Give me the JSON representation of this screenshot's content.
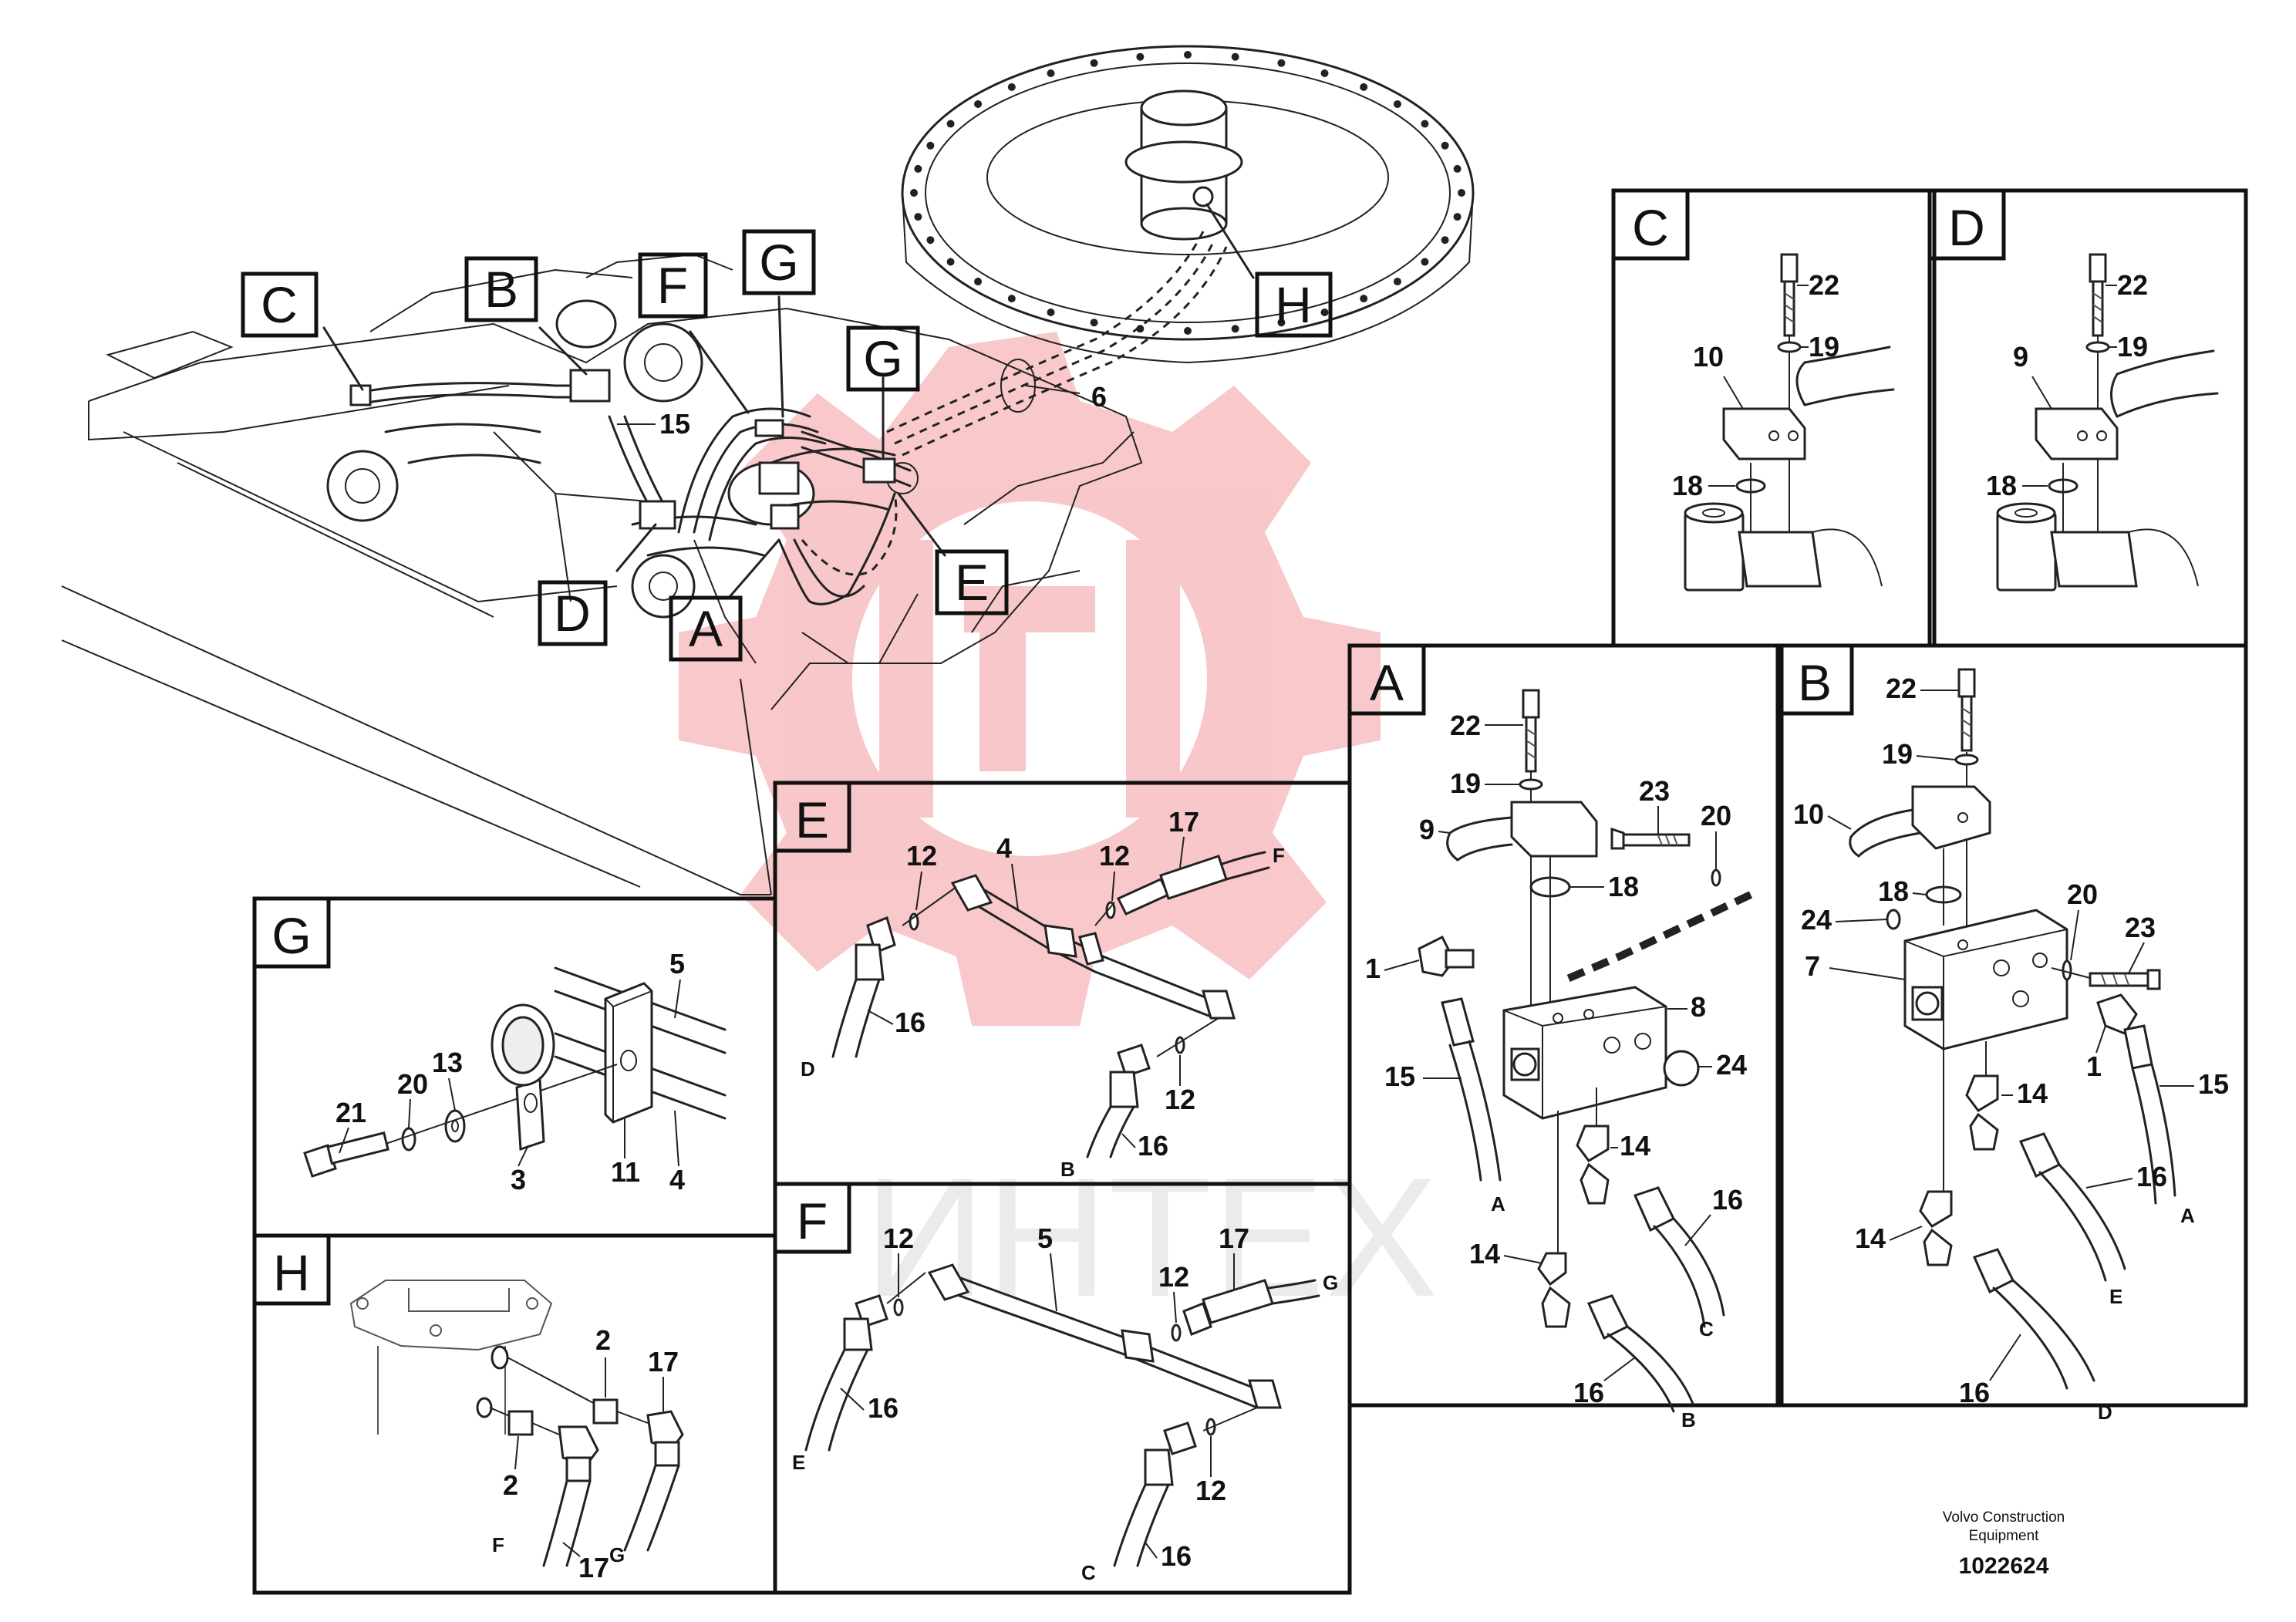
{
  "callouts": {
    "main": {
      "c": "C",
      "b": "B",
      "f": "F",
      "g1": "G",
      "g2": "G",
      "h": "H",
      "d": "D",
      "a": "A",
      "e": "E",
      "n15": "15",
      "n6": "6"
    }
  },
  "panels": {
    "c": {
      "tag": "C",
      "n22": "22",
      "n19": "19",
      "n10": "10",
      "n18": "18"
    },
    "d": {
      "tag": "D",
      "n22": "22",
      "n19": "19",
      "n9": "9",
      "n18": "18"
    },
    "a": {
      "tag": "A",
      "n22": "22",
      "n19": "19",
      "n23": "23",
      "n20": "20",
      "n9": "9",
      "n18": "18",
      "n1": "1",
      "n8": "8",
      "n24": "24",
      "n15": "15",
      "n14a": "14",
      "n14b": "14",
      "n16a": "16",
      "n16b": "16",
      "la": "A",
      "lc": "C",
      "lb": "B"
    },
    "b": {
      "tag": "B",
      "n22": "22",
      "n19": "19",
      "n10": "10",
      "n18": "18",
      "n20": "20",
      "n24": "24",
      "n23": "23",
      "n7": "7",
      "n1": "1",
      "n15": "15",
      "n14a": "14",
      "n14b": "14",
      "n16a": "16",
      "n16b": "16",
      "la": "A",
      "le": "E",
      "ld": "D"
    },
    "e": {
      "tag": "E",
      "n12a": "12",
      "n4": "4",
      "n12b": "12",
      "n17": "17",
      "lf": "F",
      "n16a": "16",
      "ld": "D",
      "n12c": "12",
      "n16b": "16",
      "lb": "B"
    },
    "g": {
      "tag": "G",
      "n5": "5",
      "n13": "13",
      "n20": "20",
      "n21": "21",
      "n3": "3",
      "n11": "11",
      "n4": "4"
    },
    "f": {
      "tag": "F",
      "n12a": "12",
      "n5": "5",
      "n17": "17",
      "n12b": "12",
      "lg": "G",
      "n16a": "16",
      "le": "E",
      "n12c": "12",
      "n16b": "16",
      "lc": "C"
    },
    "h": {
      "tag": "H",
      "n2a": "2",
      "n17a": "17",
      "n2b": "2",
      "lf": "F",
      "n17b": "17",
      "lg": "G"
    }
  },
  "watermark": "ИНТЕХ",
  "footer": {
    "company_line1": "Volvo Construction",
    "company_line2": "Equipment",
    "number": "1022624"
  }
}
